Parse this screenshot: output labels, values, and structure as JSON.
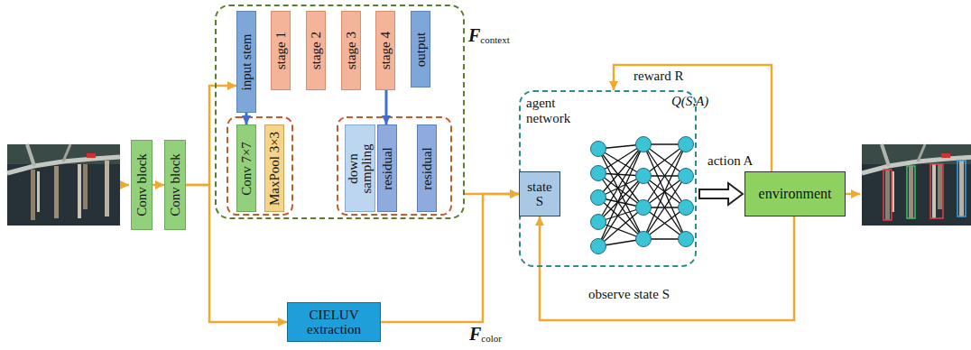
{
  "diagram": {
    "nodes": [
      {
        "text": [
          "Conv block"
        ]
      },
      {
        "text": [
          "Conv block"
        ]
      },
      {
        "text": [
          "Fcontext"
        ]
      },
      {
        "text": [
          "input stem"
        ],
        "in": 2
      },
      {
        "text": [
          "stage 1"
        ],
        "in": 2
      },
      {
        "text": [
          "stage 2"
        ],
        "in": 2
      },
      {
        "text": [
          "stage 3"
        ],
        "in": 2
      },
      {
        "text": [
          "stage 4"
        ],
        "in": 2
      },
      {
        "text": [
          "output"
        ],
        "in": 2
      },
      {
        "text": [
          "Conv 7×7"
        ],
        "in": 2
      },
      {
        "text": [
          "MaxPool 3×3"
        ],
        "in": 2
      },
      {
        "text": [
          "down sampling"
        ],
        "in": 2
      },
      {
        "text": [
          "residual"
        ],
        "in": 2
      },
      {
        "text": [
          "residual"
        ],
        "in": 2
      },
      {
        "text": [
          "CIELUV extraction"
        ]
      },
      {
        "text": [
          "agent network"
        ]
      },
      {
        "text": [
          "state S"
        ],
        "in": 15
      },
      {
        "text": [
          "environment"
        ]
      }
    ],
    "edges": [
      {
        "from": 0,
        "to": 1,
        "arrow": "to"
      },
      {
        "from": 1,
        "to": 3,
        "arrow": "to"
      },
      {
        "from": 1,
        "to": 14,
        "arrow": "to"
      },
      {
        "from": 3,
        "to": 9,
        "arrow": "to"
      },
      {
        "from": 7,
        "to": 12,
        "arrow": "to"
      },
      {
        "from": 2,
        "to": 16,
        "arrow": "to"
      },
      {
        "from": 14,
        "to": 16,
        "arrow": "to"
      },
      {
        "from": 15,
        "to": 17,
        "label": "action A",
        "arrow": "to"
      },
      {
        "from": 17,
        "to": 15,
        "label": "reward R",
        "arrow": "to"
      },
      {
        "from": 17,
        "to": 16,
        "label": "observe state S",
        "arrow": "to"
      }
    ],
    "labels": [
      "Fcolor",
      "Q(S,A)"
    ]
  }
}
